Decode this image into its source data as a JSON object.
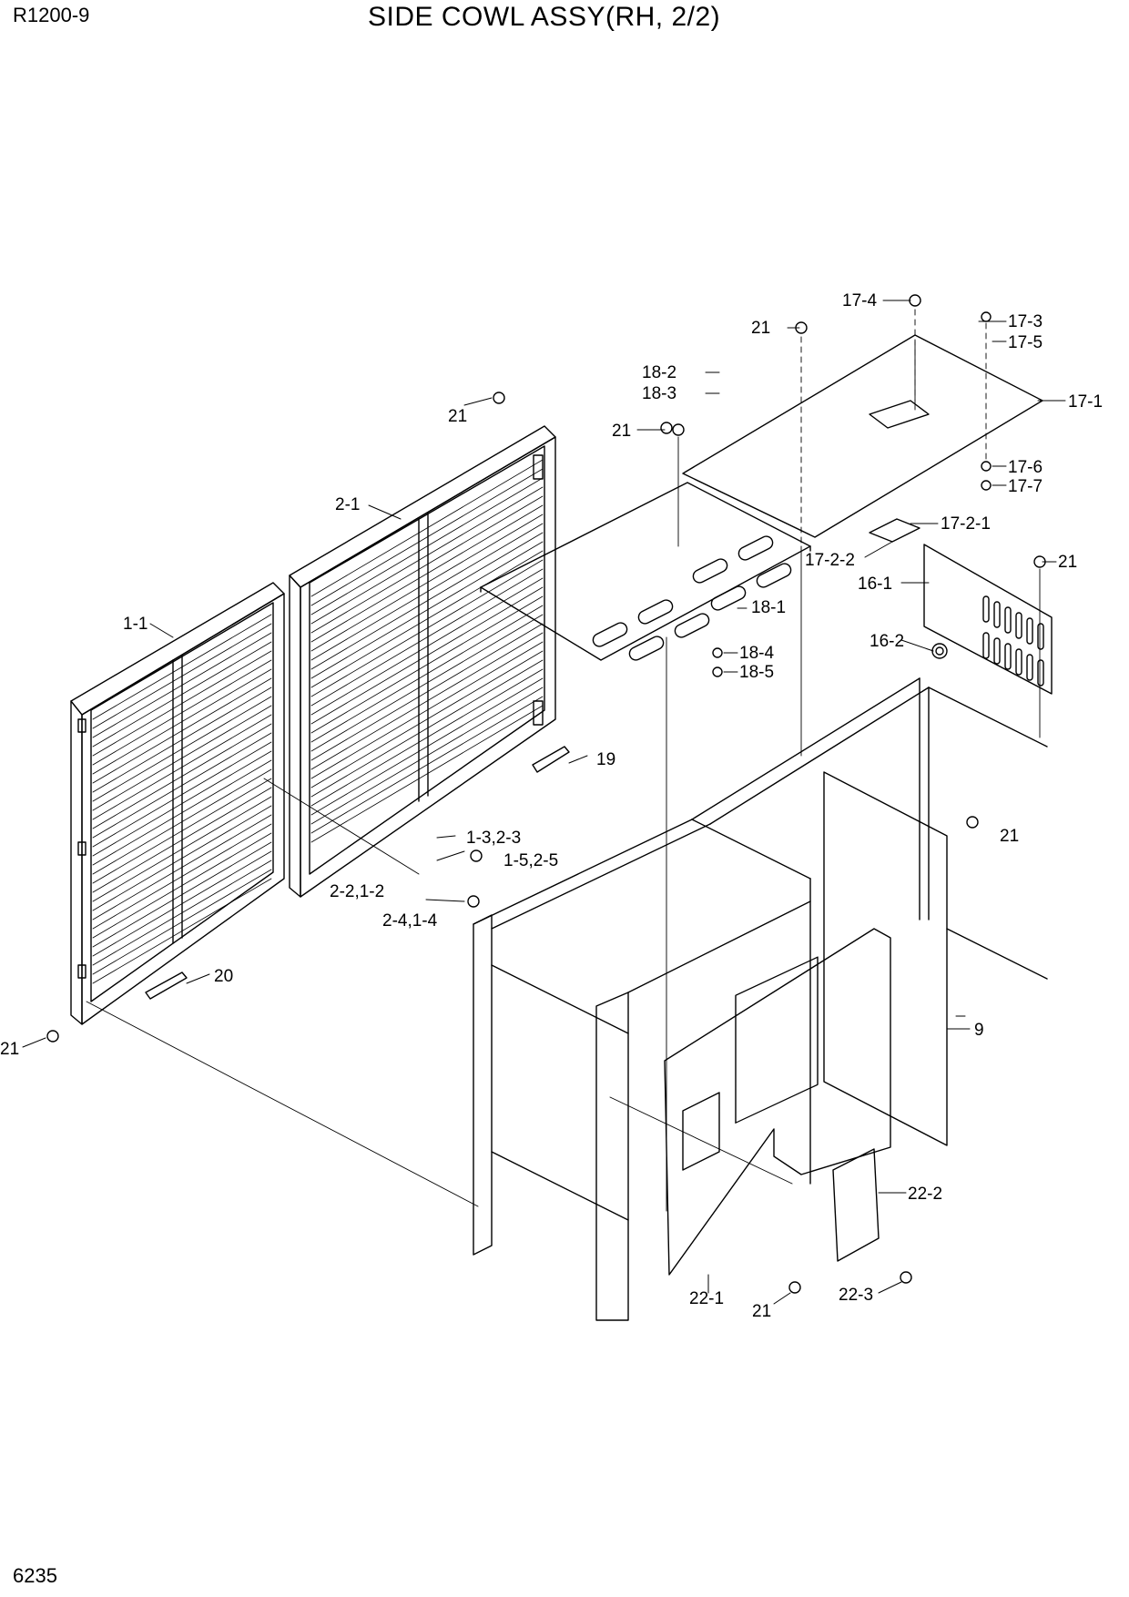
{
  "header": {
    "model": "R1200-9",
    "title": "SIDE COWL ASSY(RH, 2/2)"
  },
  "footer": {
    "page_number": "6235"
  },
  "callouts": [
    "17-4",
    "17-3",
    "17-5",
    "21",
    "17-1",
    "18-2",
    "18-3",
    "21",
    "21",
    "17-6",
    "17-7",
    "2-1",
    "17-2-1",
    "17-2-2",
    "21",
    "16-1",
    "1-1",
    "18-1",
    "16-2",
    "18-4",
    "18-5",
    "19",
    "1-3,2-3",
    "1-5,2-5",
    "21",
    "2-2,1-2",
    "2-4,1-4",
    "20",
    "9",
    "21",
    "22-2",
    "22-1",
    "21",
    "22-3"
  ]
}
